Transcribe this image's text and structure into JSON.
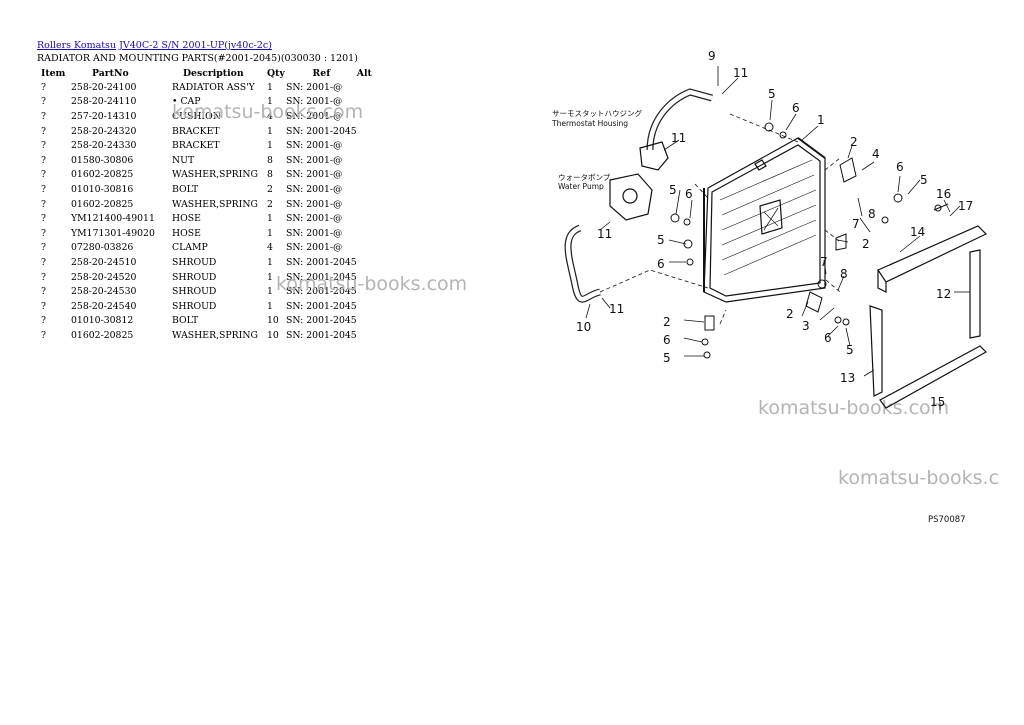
{
  "breadcrumb": {
    "prefix": "Rollers Komatsu",
    "model": "JV40C-2 S/N 2001-UP(jv40c-2c)"
  },
  "subtitle": "RADIATOR AND MOUNTING PARTS(#2001-2045)(030030 : 1201)",
  "table": {
    "headers": {
      "item": "Item",
      "partno": "PartNo",
      "description": "Description",
      "qty": "Qty",
      "ref": "Ref",
      "alt": "Alt"
    },
    "rows": [
      {
        "item": "?",
        "partno": "258-20-24100",
        "description": "RADIATOR ASS'Y",
        "qty": "1",
        "ref": "SN: 2001-@"
      },
      {
        "item": "?",
        "partno": "258-20-24110",
        "description": "• CAP",
        "qty": "1",
        "ref": "SN: 2001-@"
      },
      {
        "item": "?",
        "partno": "257-20-14310",
        "description": "CUSHION",
        "qty": "4",
        "ref": "SN: 2001-@"
      },
      {
        "item": "?",
        "partno": "258-20-24320",
        "description": "BRACKET",
        "qty": "1",
        "ref": "SN: 2001-2045"
      },
      {
        "item": "?",
        "partno": "258-20-24330",
        "description": "BRACKET",
        "qty": "1",
        "ref": "SN: 2001-@"
      },
      {
        "item": "?",
        "partno": "01580-30806",
        "description": "NUT",
        "qty": "8",
        "ref": "SN: 2001-@"
      },
      {
        "item": "?",
        "partno": "01602-20825",
        "description": "WASHER,SPRING",
        "qty": "8",
        "ref": "SN: 2001-@"
      },
      {
        "item": "?",
        "partno": "01010-30816",
        "description": "BOLT",
        "qty": "2",
        "ref": "SN: 2001-@"
      },
      {
        "item": "?",
        "partno": "01602-20825",
        "description": "WASHER,SPRING",
        "qty": "2",
        "ref": "SN: 2001-@"
      },
      {
        "item": "?",
        "partno": "YM121400-49011",
        "description": "HOSE",
        "qty": "1",
        "ref": "SN: 2001-@"
      },
      {
        "item": "?",
        "partno": "YM171301-49020",
        "description": "HOSE",
        "qty": "1",
        "ref": "SN: 2001-@"
      },
      {
        "item": "?",
        "partno": "07280-03826",
        "description": "CLAMP",
        "qty": "4",
        "ref": "SN: 2001-@"
      },
      {
        "item": "?",
        "partno": "258-20-24510",
        "description": "SHROUD",
        "qty": "1",
        "ref": "SN: 2001-2045"
      },
      {
        "item": "?",
        "partno": "258-20-24520",
        "description": "SHROUD",
        "qty": "1",
        "ref": "SN: 2001-2045"
      },
      {
        "item": "?",
        "partno": "258-20-24530",
        "description": "SHROUD",
        "qty": "1",
        "ref": "SN: 2001-2045"
      },
      {
        "item": "?",
        "partno": "258-20-24540",
        "description": "SHROUD",
        "qty": "1",
        "ref": "SN: 2001-2045"
      },
      {
        "item": "?",
        "partno": "01010-30812",
        "description": "BOLT",
        "qty": "10",
        "ref": "SN: 2001-2045"
      },
      {
        "item": "?",
        "partno": "01602-20825",
        "description": "WASHER,SPRING",
        "qty": "10",
        "ref": "SN: 2001-2045"
      }
    ]
  },
  "watermark": "komatsu-books.com",
  "watermark_cut": "komatsu-books.c",
  "diagram": {
    "labels": {
      "thermostat_jp": "サーモスタットハウジング",
      "thermostat_en": "Thermostat Housing",
      "waterpump_jp": "ウォータポンプ",
      "waterpump_en": "Water Pump",
      "code": "PS70087"
    },
    "callouts": [
      "9",
      "11",
      "5",
      "6",
      "1",
      "11",
      "2",
      "4",
      "6",
      "5",
      "5",
      "6",
      "8",
      "7",
      "16",
      "17",
      "14",
      "11",
      "5",
      "6",
      "2",
      "7",
      "8",
      "12",
      "10",
      "11",
      "2",
      "3",
      "6",
      "5",
      "2",
      "6",
      "5",
      "13",
      "15"
    ]
  }
}
